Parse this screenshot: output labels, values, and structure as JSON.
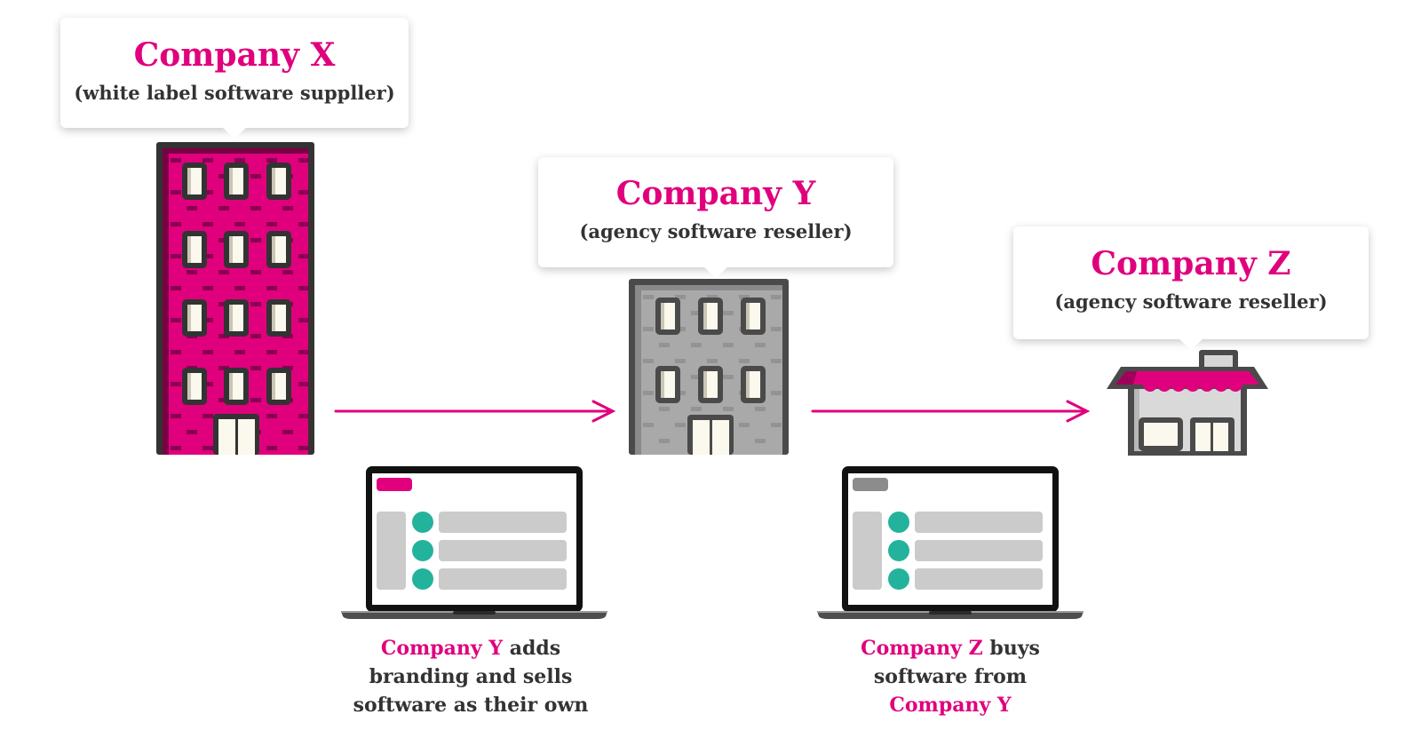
{
  "colors": {
    "brand_pink": "#e0007d",
    "dark_outline": "#333333",
    "gray_building": "#a8a8a8",
    "teal": "#23b39c",
    "light_gray": "#cccccc",
    "window": "#fbf9ee"
  },
  "companies": {
    "x": {
      "name": "Company X",
      "role": "(white label software suppller)",
      "icon": "pink-office-building-icon"
    },
    "y": {
      "name": "Company Y",
      "role": "(agency software reseller)",
      "icon": "gray-office-building-icon"
    },
    "z": {
      "name": "Company Z",
      "role": "(agency software reseller)",
      "icon": "storefront-shop-icon"
    }
  },
  "flows": [
    {
      "from": "Company X",
      "to": "Company Y",
      "icon": "arrow-right-icon"
    },
    {
      "from": "Company Y",
      "to": "Company Z",
      "icon": "arrow-right-icon"
    }
  ],
  "laptops": [
    {
      "brand_bar_color": "#e0007d",
      "list_rows": 3,
      "icon": "laptop-icon"
    },
    {
      "brand_bar_color": "#8c8c8c",
      "list_rows": 3,
      "icon": "laptop-icon"
    }
  ],
  "captions": {
    "y": {
      "highlight": "Company Y",
      "line1_rest": " adds",
      "line2": "branding and sells",
      "line3": "software as their own"
    },
    "z": {
      "highlight": "Company Z",
      "line1_rest": " buys",
      "line2": "software from",
      "line3_highlight": "Company Y"
    }
  }
}
